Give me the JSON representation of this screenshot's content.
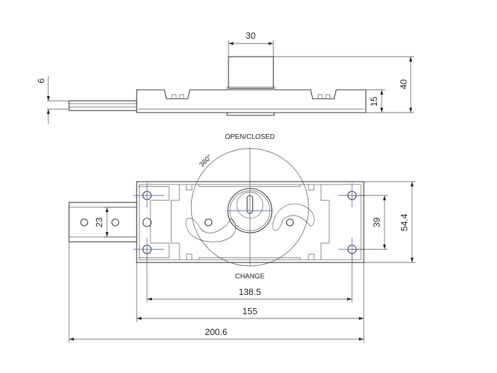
{
  "labels": {
    "open_closed": "OPEN/CLOSED",
    "change": "CHANGE",
    "rotation": "360°"
  },
  "dimensions": {
    "cylinder_width": "30",
    "total_height": "40",
    "plate_thickness": "15",
    "bar_thickness": "6",
    "hole_spacing_horizontal": "138.5",
    "plate_length": "155",
    "overall_length": "200.6",
    "hole_spacing_vertical": "39",
    "plate_height": "54.4",
    "bar_width": "23"
  }
}
